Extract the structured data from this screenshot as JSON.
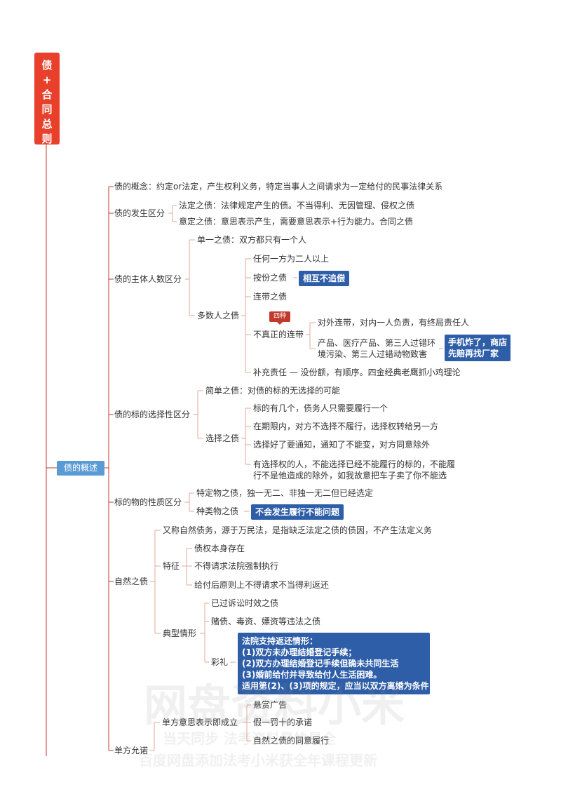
{
  "root": {
    "chars": [
      "债",
      "+",
      "合",
      "同",
      "总",
      "则"
    ]
  },
  "branch": {
    "label": "债的概述"
  },
  "n1": {
    "label": "债的概念：约定or法定，产生权利义务，特定当事人之间请求为一定给付的民事法律关系"
  },
  "n2": {
    "label": "债的发生区分",
    "c1": "法定之债：法律规定产生的债。不当得利、无因管理、侵权之债",
    "c2": "意定之债：意思表示产生，需要意思表示+行为能力。合同之债"
  },
  "n3": {
    "label": "债的主体人数区分",
    "single": "单一之债：双方都只有一个人",
    "multi": "多数人之债",
    "m1": "任何一方为二人以上",
    "m2": "按份之债",
    "m2_note": "相互不追偿",
    "m3": "连带之债",
    "m4": "不真正的连带",
    "m4_tag": "四种",
    "m4a": "对外连带，对内一人负责，有终局责任人",
    "m4b_1": "产品、医疗产品、第三人过错环",
    "m4b_2": "境污染、第三人过错动物致害",
    "m4b_note_1": "手机炸了，商店",
    "m4b_note_2": "先赔再找厂家",
    "m5": "补充责任 — 没份额，有顺序。四金经典老鹰抓小鸡理论"
  },
  "n4": {
    "label": "债的标的选择性区分",
    "simple": "简单之债：对债的标的无选择的可能",
    "choice": "选择之债",
    "c1": "标的有几个，债务人只需要履行一个",
    "c2": "在期限内，对方不选择不履行，选择权转给另一方",
    "c3": "选择好了要通知，通知了不能变，对方同意除外",
    "c4_1": "有选择权的人，不能选择已经不能履行的标的，不能履",
    "c4_2": "行不是他造成的除外，如我故意把车子卖了你不能选"
  },
  "n5": {
    "label": "标的物的性质区分",
    "c1": "特定物之债，独一无二、非独一无二但已经选定",
    "c2": "种类物之债",
    "c2_note": "不会发生履行不能问题"
  },
  "n6": {
    "label": "自然之债",
    "c1": "又称自然债务，源于万民法，是指缺乏法定之债的债因，不产生法定义务",
    "feat": "特征",
    "f1": "债权本身存在",
    "f2": "不得请求法院强制执行",
    "f3": "给付后原则上不得请求不当得利返还",
    "typ": "典型情形",
    "t1": "已过诉讼时效之债",
    "t2": "赌债、毒资、嫖资等违法之债",
    "t3": "彩礼",
    "t3_note": [
      "法院支持返还情形：",
      "(1)双方未办理结婚登记手续；",
      "(2)双方办理结婚登记手续但确未共同生活",
      "(3)婚前给付并导致给付人生活困难。",
      "适用第(2)、(3)项的规定，应当以双方离婚为条件"
    ]
  },
  "n7": {
    "label": "单方允诺",
    "sub": "单方意思表示即成立",
    "s1": "悬赏广告",
    "s2": "假一罚十的承诺",
    "s3": "自然之债的同意履行"
  },
  "watermark": {
    "big": "网盘资料小米",
    "line1": "当天同步 法考资料最快最全",
    "line2": "百度网盘添加法考小米获全年课程更新"
  },
  "colors": {
    "root": "#e8402b",
    "branch": "#5b9bd5",
    "note": "#2e5ea8",
    "line": "#c0392b"
  }
}
